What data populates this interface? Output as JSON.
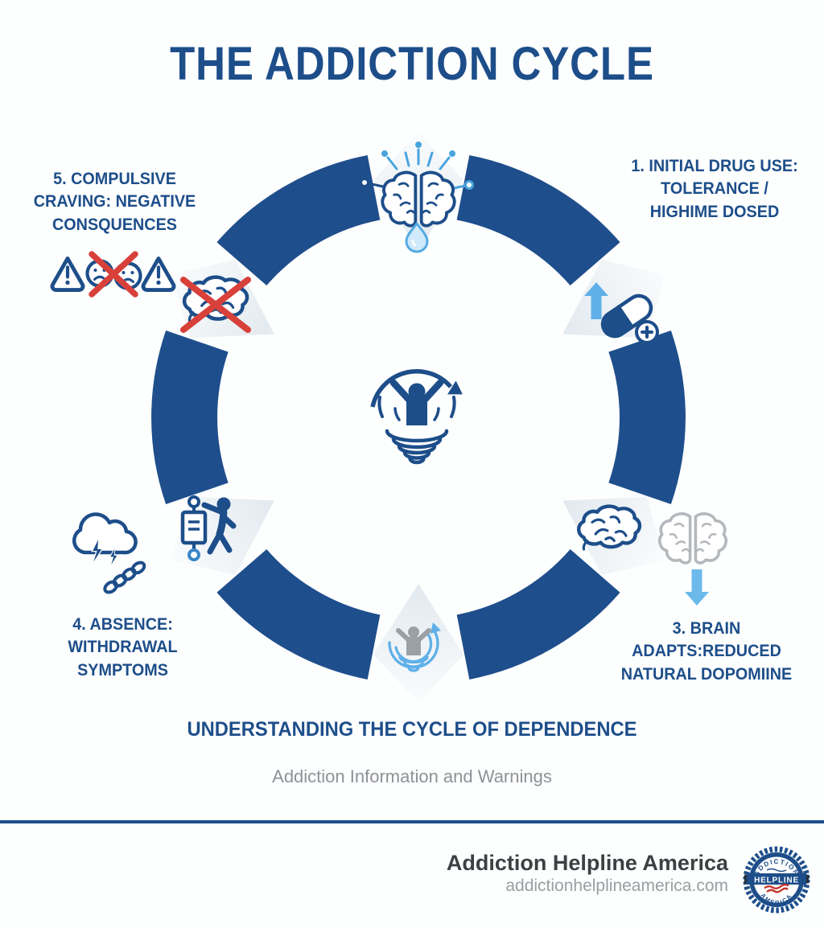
{
  "page": {
    "title": "THE ADDICTION CYCLE",
    "subtitle": "UNDERSTANDING THE CYCLE OF DEPENDENCE",
    "tagline": "Addiction Information and Warnings"
  },
  "cycle": {
    "direction": "clockwise",
    "center_icon": "person-in-downward-spiral-icon",
    "stages": [
      {
        "label": "1. INITIAL DRUG USE:\nTOLERANCE /\nHIGHIME DOSED",
        "icons": [
          "brain-neurons-icon",
          "water-drop-icon",
          "up-arrow-icon",
          "pill-icon",
          "plus-circle-icon"
        ]
      },
      {
        "label": "3. BRAIN ADAPTS:REDUCED\nNATURAL DOPOMIINE",
        "icons": [
          "brain-side-icon",
          "gray-brain-icon",
          "down-arrow-icon"
        ]
      },
      {
        "label": "4. ABSENCE:\nWITHDRAWAL SYMPTOMS",
        "icons": [
          "iv-drip-person-icon",
          "storm-cloud-lightning-icon",
          "broken-chain-icon"
        ]
      },
      {
        "label": "5. COMPULSIVE\nCRAVING: NEGATIVE\nCONSQUENCES",
        "icons": [
          "crossed-brain-icon",
          "warning-triangle-icon",
          "sad-faces-red-x-icon"
        ]
      }
    ]
  },
  "footer": {
    "brand": "Addiction Helpline America",
    "website": "addictionhelplineamerica.com",
    "badge": {
      "top": "ADDICTION",
      "middle": "HELPLINE",
      "bottom": "AMERICA"
    }
  },
  "colors": {
    "navy": "#1d4e8a",
    "light_blue": "#5fb0e8",
    "pale_blue": "#cfeafa",
    "red": "#d8403a",
    "icon_gray": "#9aa0a5",
    "node_gray": "#e9eef3",
    "text_gray": "#8e9297"
  }
}
